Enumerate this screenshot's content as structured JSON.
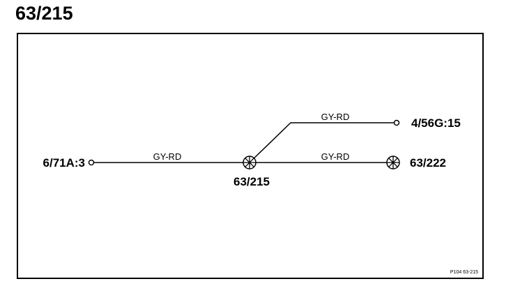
{
  "title": "63/215",
  "connectors": {
    "left": "6/71A:3",
    "top_right": "4/56G:15",
    "bottom_right": "63/222",
    "splice": "63/215"
  },
  "wires": {
    "left": "GY-RD",
    "upper": "GY-RD",
    "lower": "GY-RD"
  },
  "reference": "P104 63-215"
}
